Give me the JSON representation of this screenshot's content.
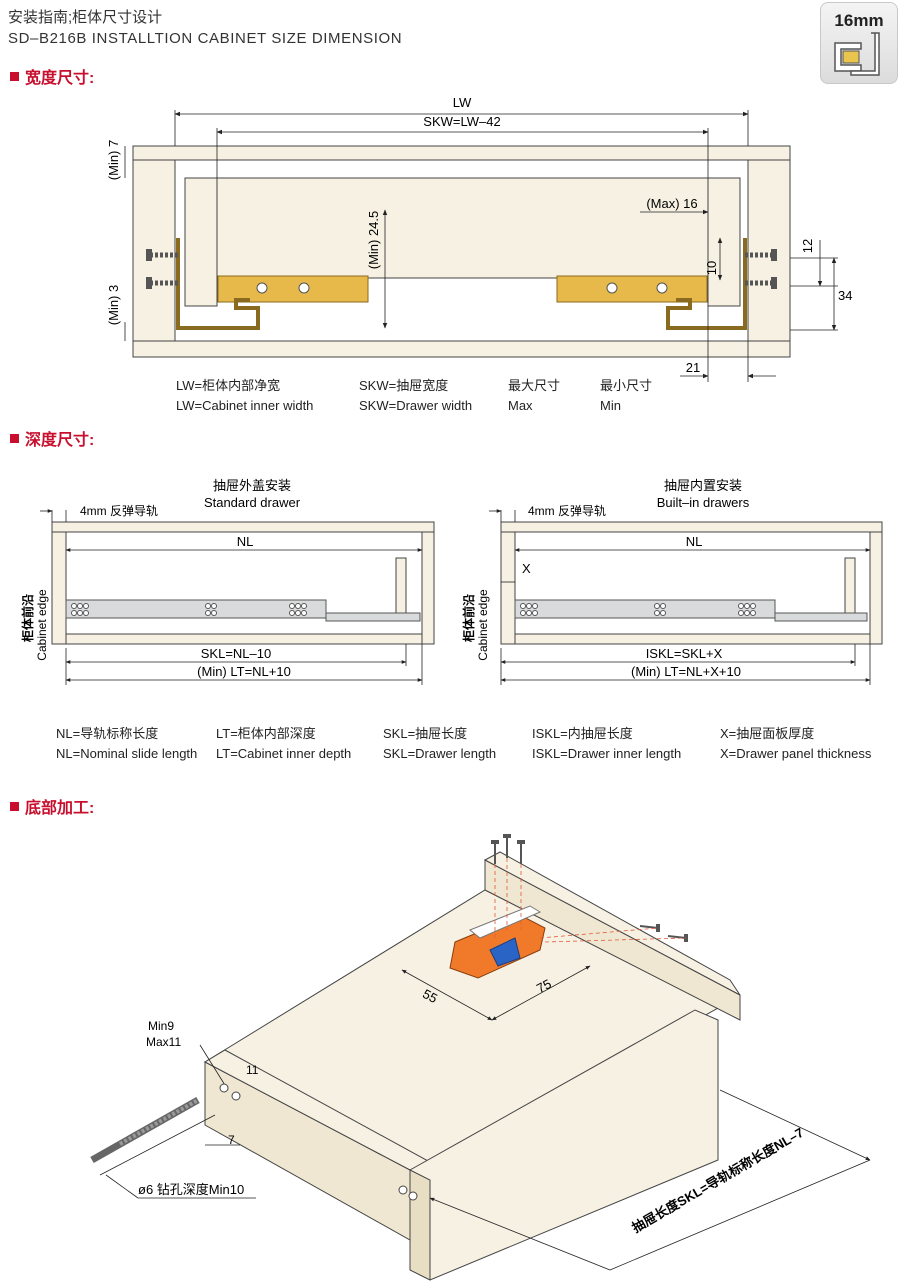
{
  "header": {
    "title_cn": "安装指南;柜体尺寸设计",
    "title_en": "SD–B216B INSTALLTION CABINET SIZE DIMENSION",
    "badge": "16mm"
  },
  "sections": {
    "width": "宽度尺寸:",
    "depth": "深度尺寸:",
    "bottom": "底部加工:"
  },
  "width_diagram": {
    "lw": "LW",
    "skw": "SKW=LW–42",
    "min7": "(Min) 7",
    "min3": "(Min) 3",
    "min245": "(Min) 24.5",
    "max16": "(Max) 16",
    "d10": "10",
    "d12": "12",
    "d34": "34",
    "d21": "21"
  },
  "width_legend": [
    {
      "cn": "LW=柜体内部净宽",
      "en": "LW=Cabinet inner width"
    },
    {
      "cn": "SKW=抽屉宽度",
      "en": "SKW=Drawer width"
    },
    {
      "cn": "最大尺寸",
      "en": "Max"
    },
    {
      "cn": "最小尺寸",
      "en": "Min"
    }
  ],
  "depth_diagram": {
    "left": {
      "title_cn": "抽屉外盖安装",
      "title_en": "Standard drawer",
      "rail": "4mm 反弹导轨",
      "nl": "NL",
      "skl": "SKL=NL–10",
      "lt": "(Min) LT=NL+10",
      "edge_cn": "柜体前沿",
      "edge_en": "Cabinet edge"
    },
    "right": {
      "title_cn": "抽屉内置安装",
      "title_en": "Built–in drawers",
      "rail": "4mm 反弹导轨",
      "nl": "NL",
      "x": "X",
      "skl": "ISKL=SKL+X",
      "lt": "(Min) LT=NL+X+10",
      "edge_cn": "柜体前沿",
      "edge_en": "Cabinet edge"
    }
  },
  "depth_legend": [
    {
      "cn": "NL=导轨标称长度",
      "en": "NL=Nominal slide length"
    },
    {
      "cn": "LT=柜体内部深度",
      "en": "LT=Cabinet inner depth"
    },
    {
      "cn": "SKL=抽屉长度",
      "en": "SKL=Drawer length"
    },
    {
      "cn": "ISKL=内抽屉长度",
      "en": "ISKL=Drawer inner length"
    },
    {
      "cn": "X=抽屉面板厚度",
      "en": "X=Drawer panel thickness"
    }
  ],
  "bottom_diagram": {
    "d55": "55",
    "d75": "75",
    "min9": "Min9",
    "max11": "Max11",
    "d11": "11",
    "d7": "7",
    "drill": "ø6 钻孔深度Min10",
    "length": "抽屉长度SKL=导轨标称长度NL–7"
  },
  "colors": {
    "panel": "#f6f1e3",
    "rail_gold": "#e7b94a",
    "section_red": "#c8102e",
    "clip_orange": "#f07a2a",
    "clip_blue": "#2a64c4"
  }
}
